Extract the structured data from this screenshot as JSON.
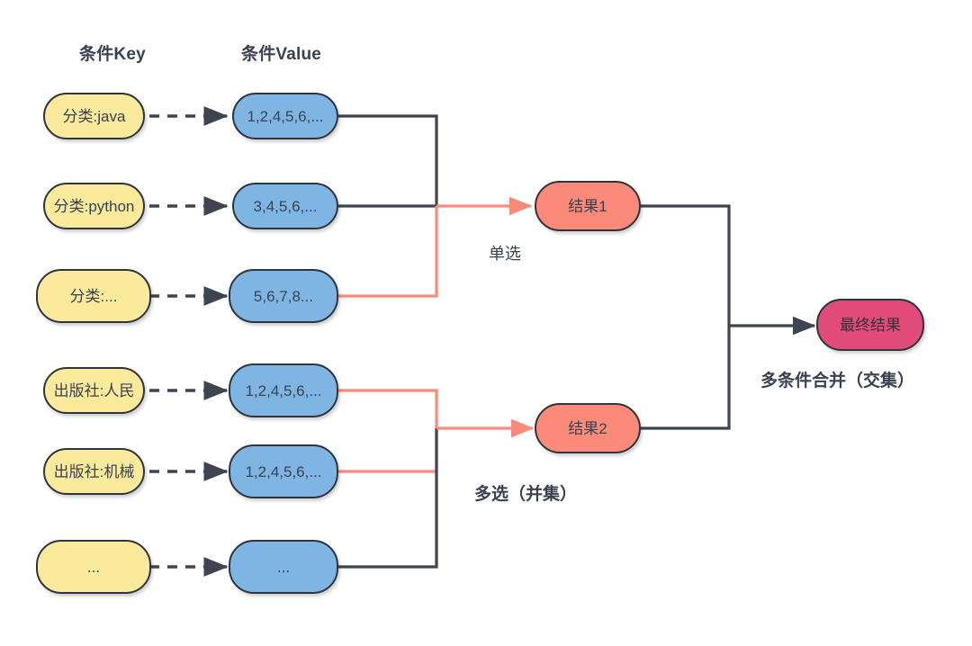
{
  "diagram": {
    "title_columns": {
      "key_header": "条件Key",
      "value_header": "条件Value"
    },
    "colors": {
      "key_fill": "#FBE99C",
      "value_fill": "#7FB5E3",
      "result_fill": "#FC8A7A",
      "final_fill": "#E04B79",
      "stroke": "#2e3440",
      "highlight_edge": "#FC8A7A",
      "plain_edge": "#3f4550",
      "background": "#ffffff"
    },
    "key_nodes": [
      {
        "label": "分类:java"
      },
      {
        "label": "分类:python"
      },
      {
        "label": "分类:..."
      },
      {
        "label": "出版社:人民"
      },
      {
        "label": "出版社:机械"
      },
      {
        "label": "..."
      }
    ],
    "value_nodes": [
      {
        "label": "1,2,4,5,6,..."
      },
      {
        "label": "3,4,5,6,..."
      },
      {
        "label": "5,6,7,8..."
      },
      {
        "label": "1,2,4,5,6,..."
      },
      {
        "label": "1,2,4,5,6,..."
      },
      {
        "label": "..."
      }
    ],
    "result_nodes": [
      {
        "label": "结果1"
      },
      {
        "label": "结果2"
      }
    ],
    "final_node": {
      "label": "最终结果"
    },
    "annotations": {
      "single_select": "单选",
      "multi_select": "多选（并集）",
      "merge": "多条件合并（交集）"
    }
  }
}
